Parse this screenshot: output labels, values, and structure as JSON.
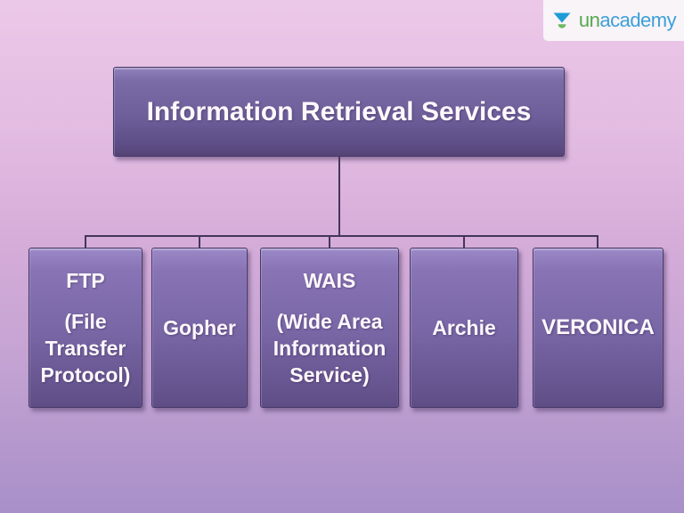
{
  "brand": {
    "icon": "unacademy-goblet-icon",
    "name_prefix": "un",
    "name_suffix": "academy"
  },
  "diagram": {
    "root": {
      "label": "Information Retrieval Services"
    },
    "children": [
      {
        "title": "FTP",
        "subtitle": "(File Transfer Protocol)"
      },
      {
        "title": "Gopher"
      },
      {
        "title": "WAIS",
        "subtitle": "(Wide Area Information Service)"
      },
      {
        "title": "Archie"
      },
      {
        "title": "VERONICA"
      }
    ]
  },
  "colors": {
    "background_top": "#ecc8e8",
    "background_bottom": "#a88fc8",
    "node_fill_top": "#9b88c7",
    "node_fill_bottom": "#5e4d85",
    "node_border": "#463967",
    "connector": "#43365c",
    "node_text": "#fdf8fc",
    "logo_background": "#f8f4f8",
    "logo_un_green": "#55a94e",
    "logo_academy_blue": "#3d9fd8",
    "logo_icon_blue": "#1e9bd7",
    "logo_icon_green": "#6cb860"
  }
}
